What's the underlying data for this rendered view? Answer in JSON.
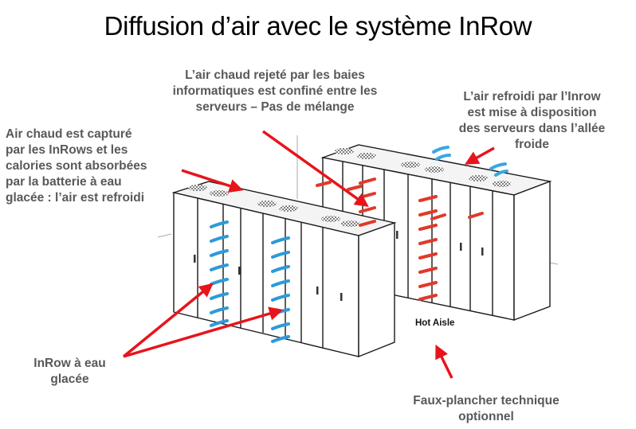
{
  "title": "Diffusion d’air avec le système InRow",
  "callouts": {
    "hot_confined": {
      "lines": [
        "L’air chaud rejeté par les baies",
        "informatiques est confiné entre les",
        "serveurs – Pas de mélange"
      ]
    },
    "cold_aisle": {
      "lines": [
        "L’air refroidi par l’Inrow",
        "est mise à disposition",
        "des serveurs dans l’allée",
        "froide"
      ]
    },
    "captured": {
      "lines": [
        "Air chaud est capturé",
        "par les InRows et les",
        "calories sont absorbées",
        "par la batterie à eau",
        "glacée : l’air est refroidi"
      ]
    },
    "inrow": {
      "lines": [
        "InRow à eau",
        "glacée"
      ]
    },
    "floor": {
      "lines": [
        "Faux-plancher technique",
        "optionnel"
      ]
    }
  },
  "labels": {
    "hot_aisle": "Hot Aisle"
  },
  "colors": {
    "callout_text": "#58595b",
    "pointer_arrow": "#e8141b",
    "hot_air": "#e0392b",
    "cold_air": "#2e9ad8",
    "rack_outline": "#1a1a1a"
  },
  "icons": {
    "pointer": "red-arrow",
    "hot_flow": "hot-air-arrow-icon",
    "cold_flow": "cold-air-arrow-icon",
    "rack": "server-rack"
  }
}
